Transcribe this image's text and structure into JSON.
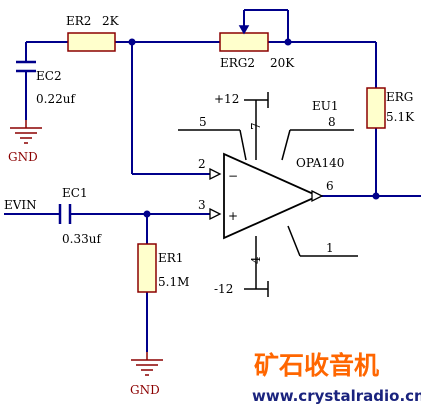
{
  "components": {
    "ec2": {
      "ref": "EC2",
      "value": "0.22uf"
    },
    "er2": {
      "ref": "ER2",
      "value": "2K"
    },
    "erg2": {
      "ref": "ERG2",
      "value": "20K"
    },
    "erg": {
      "ref": "ERG",
      "value": "5.1K"
    },
    "ec1": {
      "ref": "EC1",
      "value": "0.33uf"
    },
    "er1": {
      "ref": "ER1",
      "value": "5.1M"
    },
    "opamp": {
      "ref": "EU1",
      "part": "OPA140"
    }
  },
  "net_labels": {
    "input": "EVIN",
    "vplus": "+12",
    "vminus": "-12",
    "gnd_top": "GND",
    "gnd_bottom": "GND"
  },
  "pins": {
    "p1": "1",
    "p2": "2",
    "p3": "3",
    "p4": "4",
    "p5": "5",
    "p6": "6",
    "p7": "7",
    "p8": "8",
    "minus_sign": "−",
    "plus_sign": "+"
  },
  "watermark": {
    "brand": "矿石收音机",
    "site": "www.crystalradio.cn"
  },
  "colors": {
    "wire": "#00008b",
    "component": "#8b0000",
    "component_fill": "#ffffcc",
    "junction": "#00008b",
    "gnd": "#8b0000",
    "brand": "#ff6600",
    "site": "#1a237e"
  }
}
